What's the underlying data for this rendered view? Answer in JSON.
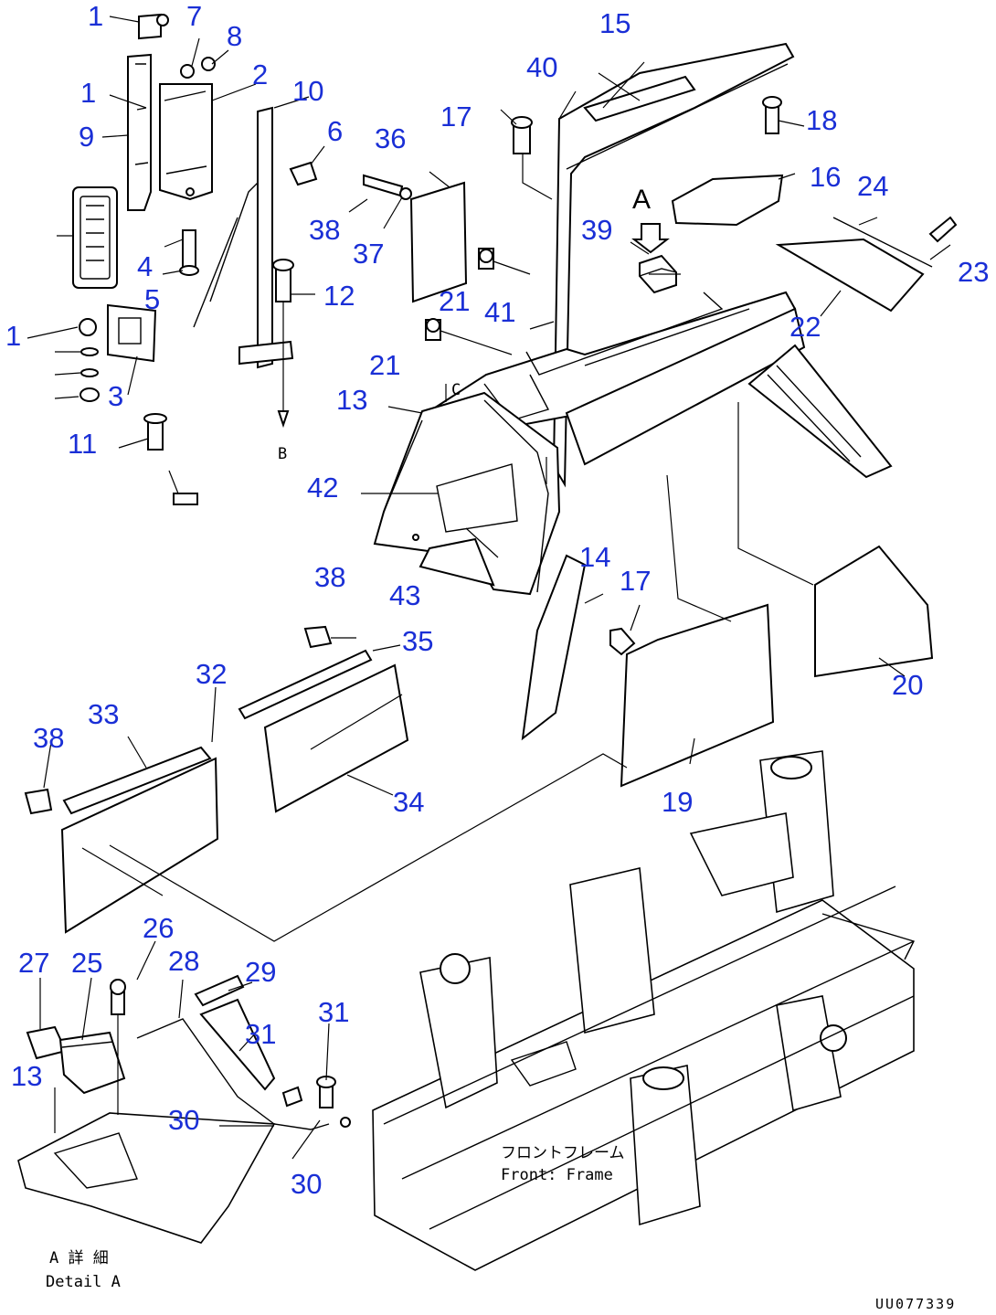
{
  "diagram": {
    "view_arrow_label": "A",
    "section_mark": "C",
    "break_mark": "B",
    "frame_label_jp": "フロントフレーム",
    "frame_label_en": "Front: Frame",
    "detail_label_jp": "A 詳 細",
    "detail_label_en": "Detail A",
    "drawing_number": "UU077339"
  },
  "callouts": [
    {
      "id": "c1a",
      "text": "1"
    },
    {
      "id": "c7",
      "text": "7"
    },
    {
      "id": "c8",
      "text": "8"
    },
    {
      "id": "c2",
      "text": "2"
    },
    {
      "id": "c10",
      "text": "10"
    },
    {
      "id": "c1b",
      "text": "1"
    },
    {
      "id": "c9",
      "text": "9"
    },
    {
      "id": "c6",
      "text": "6"
    },
    {
      "id": "c36",
      "text": "36"
    },
    {
      "id": "c15",
      "text": "15"
    },
    {
      "id": "c40",
      "text": "40"
    },
    {
      "id": "c17a",
      "text": "17"
    },
    {
      "id": "c18",
      "text": "18"
    },
    {
      "id": "c16",
      "text": "16"
    },
    {
      "id": "c24",
      "text": "24"
    },
    {
      "id": "c38a",
      "text": "38"
    },
    {
      "id": "c37",
      "text": "37"
    },
    {
      "id": "c39",
      "text": "39"
    },
    {
      "id": "c23",
      "text": "23"
    },
    {
      "id": "c4",
      "text": "4"
    },
    {
      "id": "c5",
      "text": "5"
    },
    {
      "id": "c12",
      "text": "12"
    },
    {
      "id": "c21a",
      "text": "21"
    },
    {
      "id": "c22",
      "text": "22"
    },
    {
      "id": "c41",
      "text": "41"
    },
    {
      "id": "c1c",
      "text": "1"
    },
    {
      "id": "c21b",
      "text": "21"
    },
    {
      "id": "c3",
      "text": "3"
    },
    {
      "id": "c13a",
      "text": "13"
    },
    {
      "id": "c11",
      "text": "11"
    },
    {
      "id": "c42",
      "text": "42"
    },
    {
      "id": "c38b",
      "text": "38"
    },
    {
      "id": "c14",
      "text": "14"
    },
    {
      "id": "c17b",
      "text": "17"
    },
    {
      "id": "c43",
      "text": "43"
    },
    {
      "id": "c35",
      "text": "35"
    },
    {
      "id": "c32",
      "text": "32"
    },
    {
      "id": "c20",
      "text": "20"
    },
    {
      "id": "c33",
      "text": "33"
    },
    {
      "id": "c38c",
      "text": "38"
    },
    {
      "id": "c34",
      "text": "34"
    },
    {
      "id": "c19",
      "text": "19"
    },
    {
      "id": "c26",
      "text": "26"
    },
    {
      "id": "c27",
      "text": "27"
    },
    {
      "id": "c25",
      "text": "25"
    },
    {
      "id": "c28",
      "text": "28"
    },
    {
      "id": "c29",
      "text": "29"
    },
    {
      "id": "c31a",
      "text": "31"
    },
    {
      "id": "c31b",
      "text": "31"
    },
    {
      "id": "c13b",
      "text": "13"
    },
    {
      "id": "c30a",
      "text": "30"
    },
    {
      "id": "c30b",
      "text": "30"
    }
  ]
}
